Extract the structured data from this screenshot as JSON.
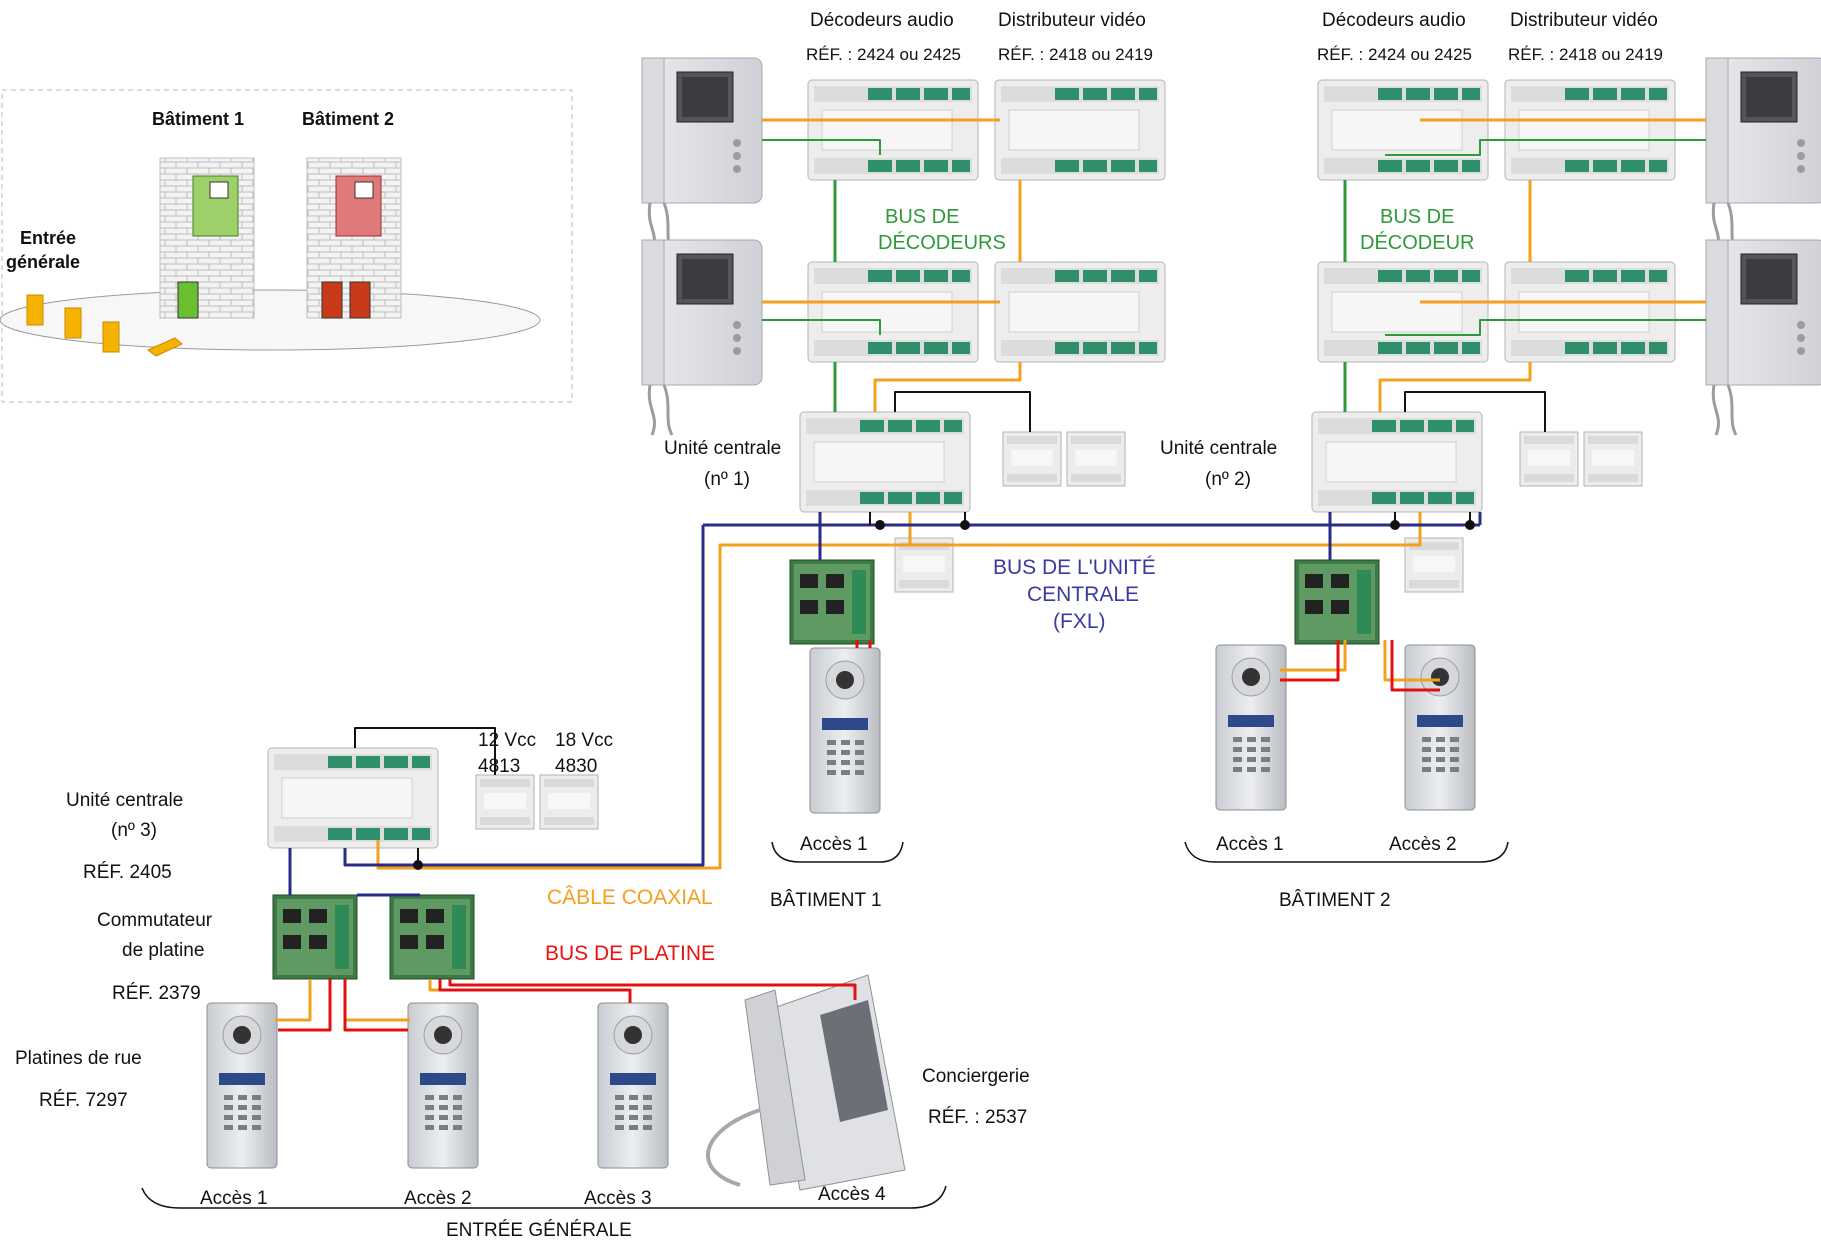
{
  "colors": {
    "green_bus": "#2e9a3a",
    "orange_coax": "#f2a01e",
    "blue_fxl": "#2b2b8a",
    "red_platine": "#e11111",
    "black_wire": "#111111"
  },
  "inset": {
    "building1": "Bâtiment 1",
    "building2": "Bâtiment 2",
    "entry_line1": "Entrée",
    "entry_line2": "générale"
  },
  "headers": {
    "left": {
      "audio_title": "Décodeurs audio",
      "audio_ref": "RÉF. : 2424 ou 2425",
      "video_title": "Distributeur vidéo",
      "video_ref": "RÉF. : 2418 ou 2419"
    },
    "right": {
      "audio_title": "Décodeurs audio",
      "audio_ref": "RÉF. : 2424 ou 2425",
      "video_title": "Distributeur vidéo",
      "video_ref": "RÉF. : 2418 ou 2419"
    }
  },
  "buses": {
    "decoder_left_l1": "BUS DE",
    "decoder_left_l2": "DÉCODEURS",
    "decoder_right_l1": "BUS DE",
    "decoder_right_l2": "DÉCODEUR",
    "central_l1": "BUS DE L'UNITÉ",
    "central_l2": "CENTRALE",
    "central_l3": "(FXL)",
    "coax": "CÂBLE COAXIAL",
    "platine": "BUS DE PLATINE"
  },
  "units": {
    "u1_l1": "Unité centrale",
    "u1_l2": "(nº 1)",
    "u2_l1": "Unité centrale",
    "u2_l2": "(nº 2)",
    "u3_l1": "Unité centrale",
    "u3_l2": "(nº 3)",
    "u3_ref": "RÉF. 2405"
  },
  "power": {
    "p1_voltage": "12 Vcc",
    "p1_ref": "4813",
    "p2_voltage": "18 Vcc",
    "p2_ref": "4830"
  },
  "switcher": {
    "l1": "Commutateur",
    "l2": "de platine",
    "ref": "RÉF. 2379"
  },
  "panels": {
    "l1": "Platines de rue",
    "ref": "RÉF. 7297"
  },
  "concierge": {
    "label": "Conciergerie",
    "ref": "RÉF. : 2537"
  },
  "access": {
    "b1_a1": "Accès 1",
    "b1_group": "BÂTIMENT 1",
    "b2_a1": "Accès 1",
    "b2_a2": "Accès 2",
    "b2_group": "BÂTIMENT 2",
    "e_a1": "Accès 1",
    "e_a2": "Accès 2",
    "e_a3": "Accès 3",
    "e_a4": "Accès 4",
    "e_group": "ENTRÉE GÉNÉRALE"
  }
}
